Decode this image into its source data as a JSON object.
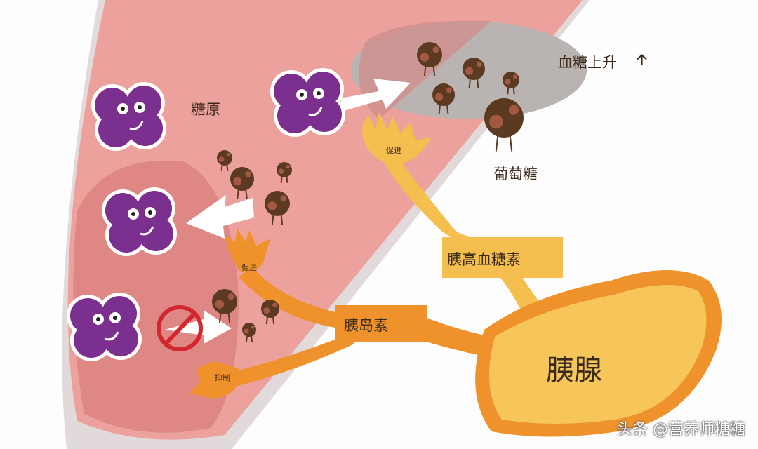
{
  "labels": {
    "glycogen": "糖原",
    "blood_sugar_rise": "血糖上升",
    "glucose": "葡萄糖",
    "promote_glucagon": "促进",
    "promote_insulin": "促进",
    "inhibit": "抑制",
    "glucagon": "胰高血糖素",
    "insulin": "胰岛素",
    "pancreas": "胰腺"
  },
  "watermark": "头条 @营养师糖糖",
  "colors": {
    "liver": "#eca19c",
    "liver_inner": "#de8784",
    "blood": "#b9b3b1",
    "glycogen": "#7b2f8f",
    "glucose": "#5c3a22",
    "insulin": "#f0922c",
    "glucagon": "#f4bf4f",
    "pancreas": "#f6c65a",
    "inhibit": "#d2272e"
  },
  "icons": [
    "up-arrow-icon",
    "no-sign-icon"
  ]
}
